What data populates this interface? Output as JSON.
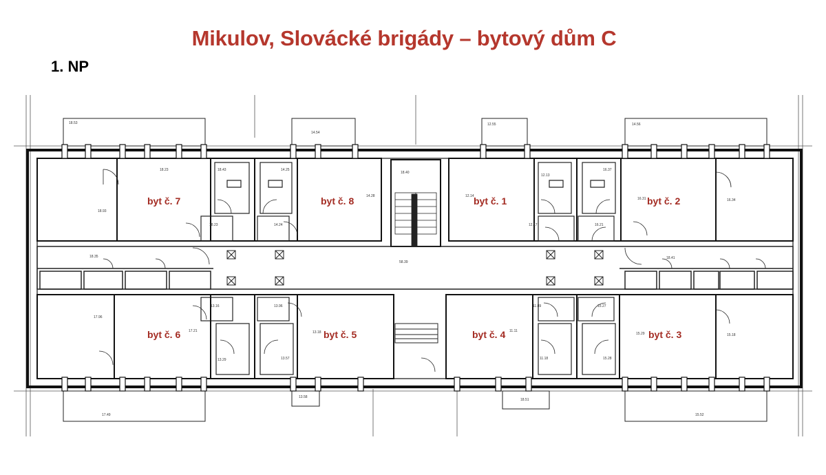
{
  "header": {
    "title": "Mikulov, Slovácké brigády – bytový dům C",
    "floor": "1. NP"
  },
  "units": [
    {
      "id": "7",
      "label": "byt č. 7"
    },
    {
      "id": "8",
      "label": "byt č. 8"
    },
    {
      "id": "1",
      "label": "byt č. 1"
    },
    {
      "id": "2",
      "label": "byt č. 2"
    },
    {
      "id": "6",
      "label": "byt č. 6"
    },
    {
      "id": "5",
      "label": "byt č. 5"
    },
    {
      "id": "4",
      "label": "byt č. 4"
    },
    {
      "id": "3",
      "label": "byt č. 3"
    }
  ],
  "areas": {
    "balc_tl": "18.53",
    "balc_t2": "14.54",
    "balc_t3": "12.55",
    "balc_t4": "14.56",
    "b7_hall": "18.23",
    "b7_room": "18.93",
    "b7_bath": "18.43",
    "b7_wc": "18.23",
    "b8_bath": "14.25",
    "b8_wc": "14.24",
    "b8_room": "14.28",
    "stair": "18.40",
    "b1_room": "12.14",
    "b1_bath": "12.13",
    "b1_wc": "12.17",
    "b2_bath": "16.37",
    "b2_room": "16.31",
    "b2_wc": "16.21",
    "b2_room2": "16.34",
    "corr_l": "18.35",
    "corr_c": "58.39",
    "corr_r": "18.41",
    "b6_room": "17.96",
    "b6_bath": "13.16",
    "b6_room2": "17.21",
    "b6_wc": "13.29",
    "b5_bath": "13.96",
    "b5_room": "13.18",
    "b5_wc": "13.57",
    "b4_bath": "11.89",
    "b4_room": "11.11",
    "b4_wc": "11.18",
    "b3_bath": "15.27",
    "b3_room": "15.29",
    "b3_wc": "15.28",
    "b3_room2": "15.18",
    "balc_b1": "17.49",
    "balc_b2": "13.58",
    "balc_b3": "18.51",
    "balc_b4": "15.52"
  }
}
